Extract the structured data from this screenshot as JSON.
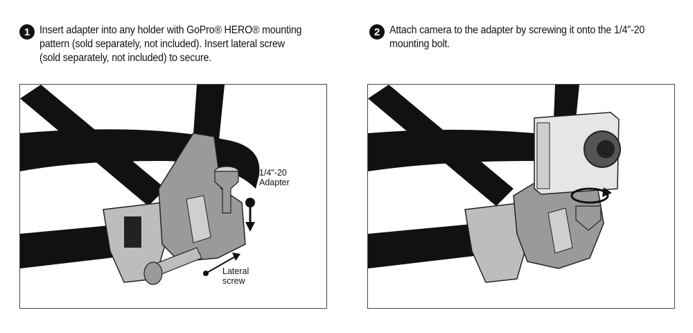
{
  "steps": [
    {
      "number": "1",
      "text": "Insert adapter into any holder with GoPro® HERO® mounting pattern (sold separately, not included). Insert lateral screw (sold separately, not included) to secure."
    },
    {
      "number": "2",
      "text": "Attach camera to the adapter by screwing it onto the 1/4\"-20 mounting bolt."
    }
  ],
  "callouts": {
    "adapter_line1": "1/4\"-20",
    "adapter_line2": "Adapter",
    "screw_line1": "Lateral",
    "screw_line2": "screw"
  },
  "colors": {
    "strap": "#111111",
    "metal": "#9a9a9a",
    "metal_light": "#cfcfcf",
    "camera": "#e6e6e6"
  }
}
